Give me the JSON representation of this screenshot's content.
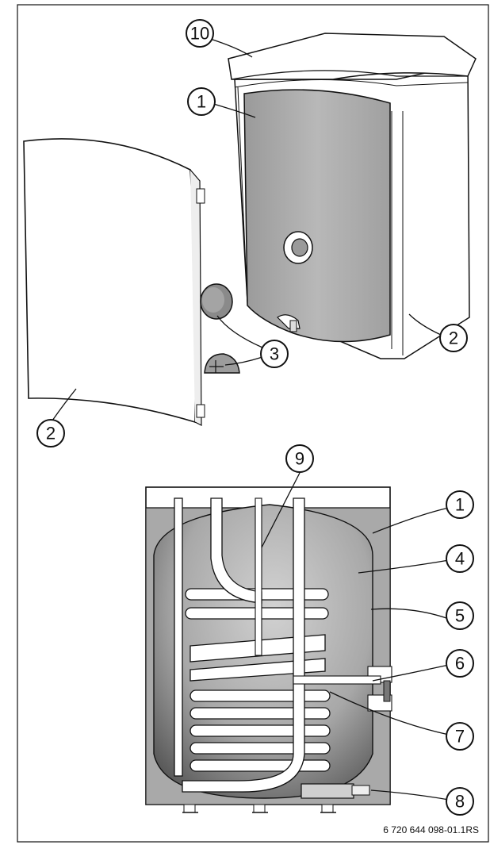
{
  "callouts": {
    "c10": "10",
    "c1_top": "1",
    "c2_right": "2",
    "c3": "3",
    "c2_left": "2",
    "c9": "9",
    "c1_bottom": "1",
    "c4": "4",
    "c5": "5",
    "c6": "6",
    "c7": "7",
    "c8": "8"
  },
  "figure_code": "6 720 644 098-01.1RS"
}
